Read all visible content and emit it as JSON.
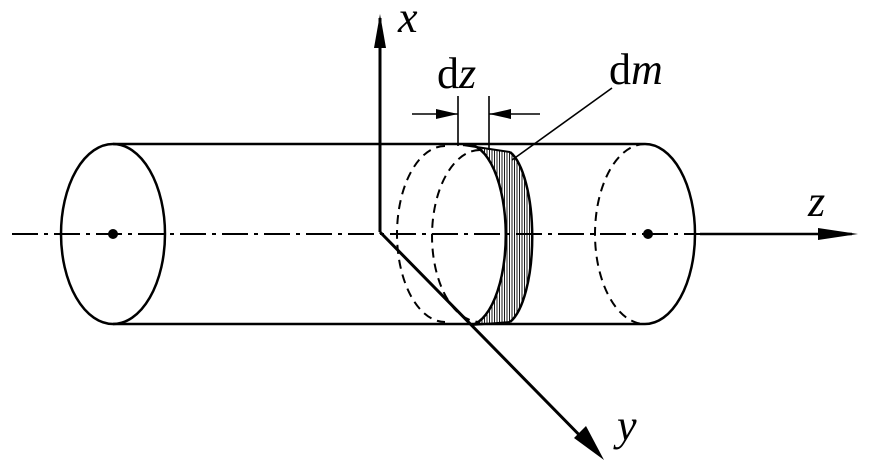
{
  "labels": {
    "x_axis": "x",
    "y_axis": "y",
    "z_axis": "z",
    "dz_d": "d",
    "dz_var": "z",
    "dm_d": "d",
    "dm_var": "m"
  },
  "colors": {
    "stroke": "#000000",
    "background": "#ffffff"
  }
}
